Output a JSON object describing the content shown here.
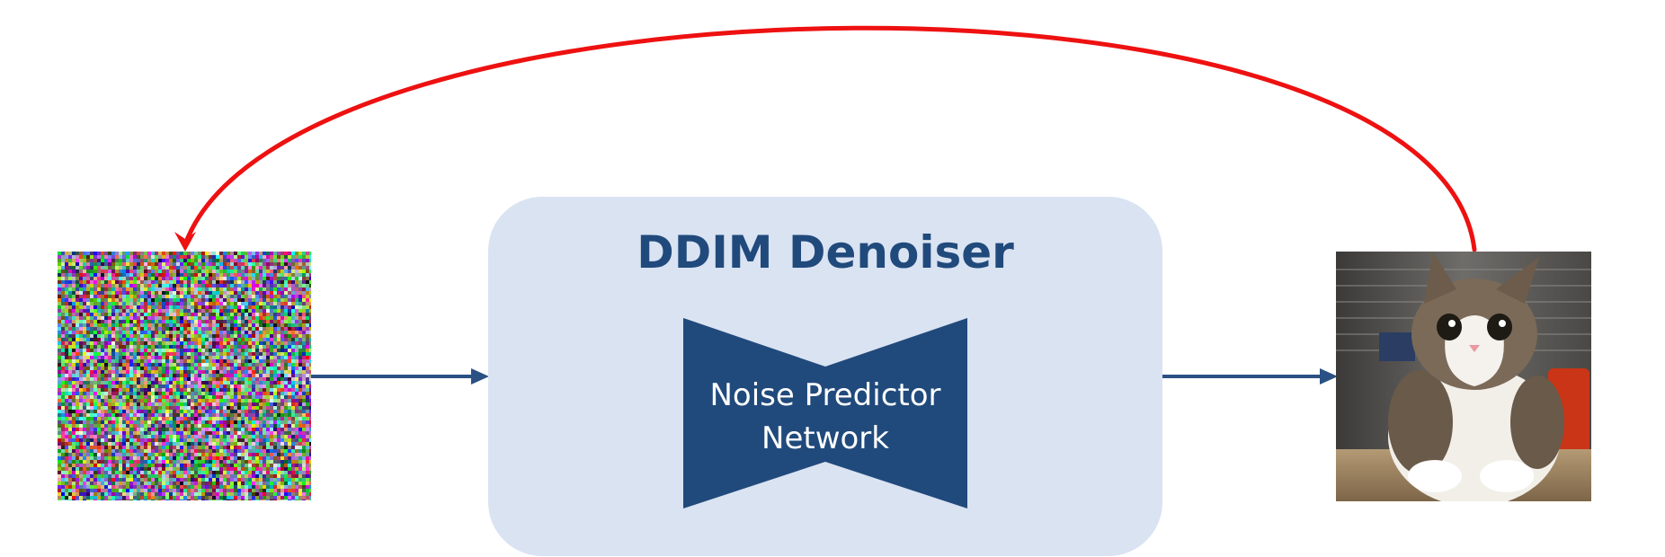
{
  "denoiser": {
    "title": "DDIM Denoiser",
    "network_label_line1": "Noise Predictor",
    "network_label_line2": "Network"
  },
  "colors": {
    "panel_fill": "#dae3f2",
    "network_fill": "#214a7c",
    "flow_arrow": "#2a5183",
    "loop_arrow": "#ee1111",
    "title_text": "#214a7c"
  },
  "images": {
    "input": "random-noise-image",
    "output": "cat-photo"
  }
}
